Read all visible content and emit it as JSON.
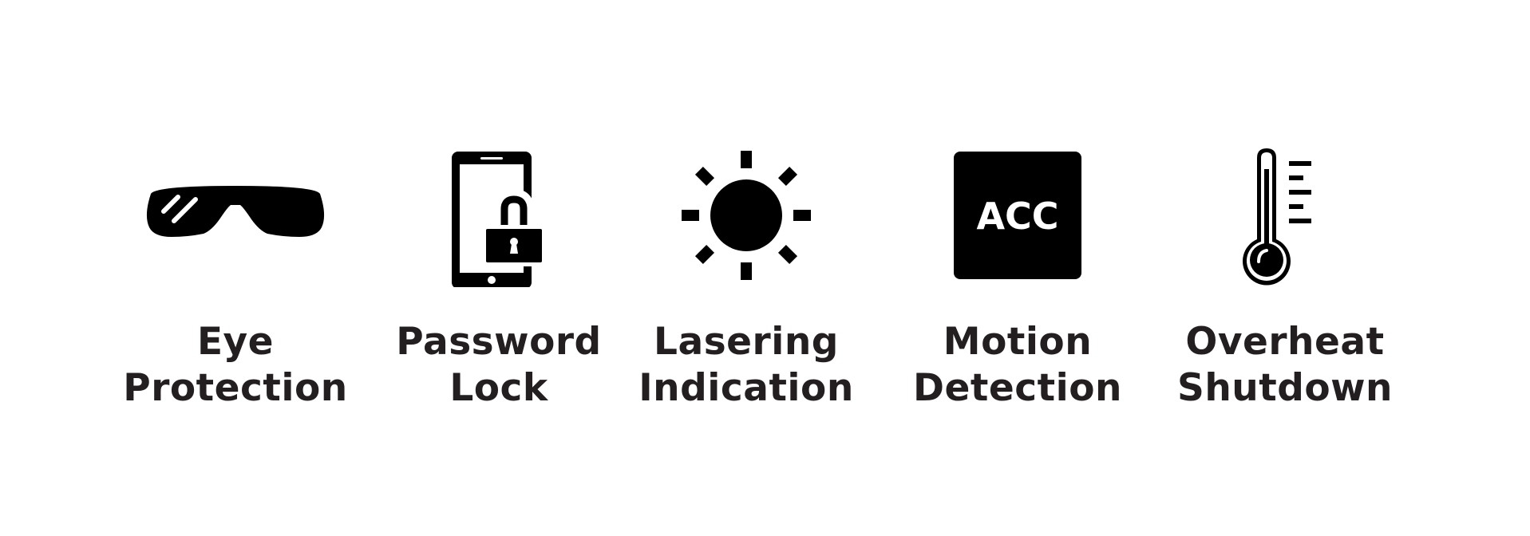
{
  "colors": {
    "icon": "#000000",
    "text": "#231f20",
    "background": "#ffffff"
  },
  "features": [
    {
      "icon": "goggles-icon",
      "label_line1": "Eye",
      "label_line2": "Protection"
    },
    {
      "icon": "phone-padlock-icon",
      "label_line1": "Password",
      "label_line2": "Lock"
    },
    {
      "icon": "sun-icon",
      "label_line1": "Lasering",
      "label_line2": "Indication"
    },
    {
      "icon": "acc-sensor-icon",
      "label_line1": "Motion",
      "label_line2": "Detection",
      "icon_text": "ACC"
    },
    {
      "icon": "thermometer-icon",
      "label_line1": "Overheat",
      "label_line2": "Shutdown"
    }
  ]
}
